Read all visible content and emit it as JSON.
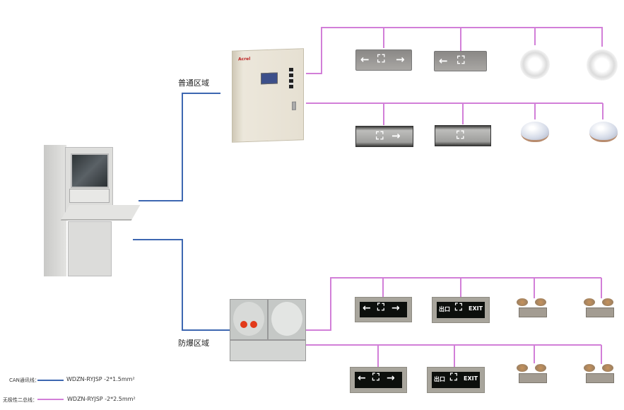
{
  "diagram": {
    "zones": [
      {
        "name": "normal",
        "label": "普通区域"
      },
      {
        "name": "explosion-proof",
        "label": "防爆区域"
      }
    ],
    "devices": {
      "host": "monitoring-host-console",
      "normal_controller": "emergency-lighting-distribution-cabinet",
      "ex_controller": "explosion-proof-distribution-box",
      "normal_branch_1": [
        "double-arrow-exit-sign",
        "left-arrow-exit-sign",
        "round-emergency-light",
        "round-emergency-light"
      ],
      "normal_branch_2": [
        "right-arrow-exit-sign",
        "exit-sign",
        "dome-ceiling-light",
        "dome-ceiling-light"
      ],
      "ex_branch_1": [
        "ex-double-arrow-exit-sign",
        "ex-exit-sign",
        "ex-twin-head-emergency-light",
        "ex-twin-head-emergency-light"
      ],
      "ex_branch_2": [
        "ex-double-arrow-exit-sign",
        "ex-exit-sign",
        "ex-twin-head-emergency-light",
        "ex-twin-head-emergency-light"
      ]
    },
    "sign_text": {
      "exit_cn": "出口",
      "exit_en": "EXIT",
      "cabinet_brand": "Acrel"
    },
    "colors": {
      "can_line": "#3d67b1",
      "bus_line": "#d27fd8"
    }
  },
  "legend": [
    {
      "label": "CAN通讯线：",
      "spec": "WDZN-RYJSP -2*1.5mm²",
      "color": "#3d67b1"
    },
    {
      "label": "无极性二总线：",
      "spec": "WDZN-RYJSP -2*2.5mm²",
      "color": "#d27fd8"
    }
  ]
}
